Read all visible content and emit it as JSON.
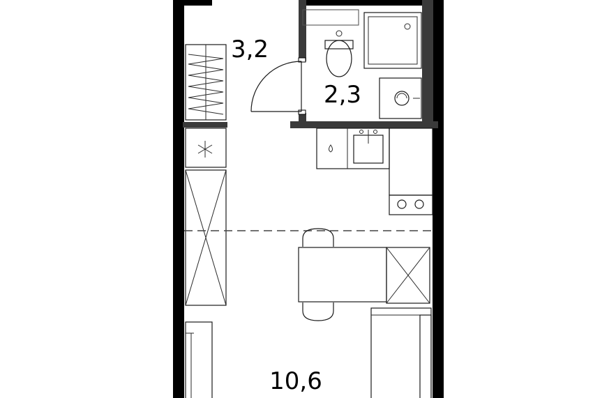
{
  "floorplan": {
    "rooms": [
      {
        "id": "hallway",
        "area": "3,2"
      },
      {
        "id": "bathroom",
        "area": "2,3"
      },
      {
        "id": "living",
        "area": "10,6"
      }
    ],
    "colors": {
      "wall": "#000000",
      "inner_wall": "#3a3a3a",
      "furniture": "#1a1a1a",
      "background": "#ffffff"
    }
  }
}
